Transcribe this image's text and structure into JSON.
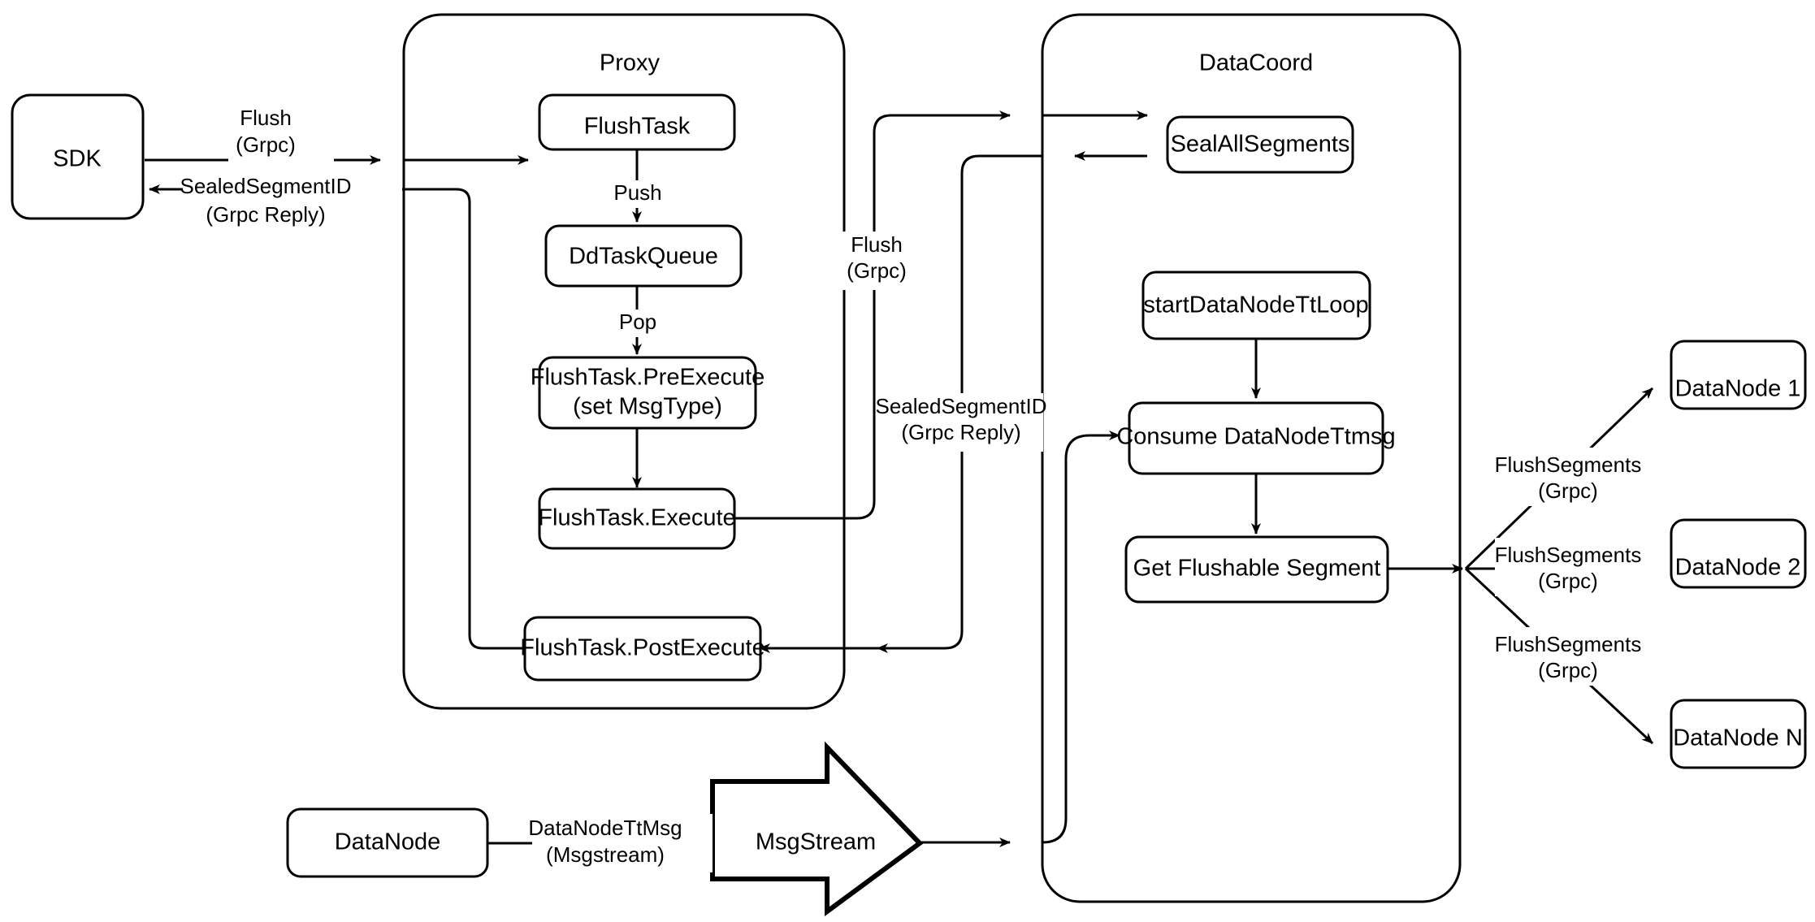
{
  "diagram": {
    "title": "Milvus Flush Flow",
    "background_color": "#ffffff",
    "stroke_color": "#000000"
  },
  "groups": [
    {
      "id": "proxy",
      "label": "Proxy"
    },
    {
      "id": "datacoord",
      "label": "DataCoord"
    }
  ],
  "nodes": {
    "sdk": {
      "label": "SDK"
    },
    "flush_task": {
      "label": "FlushTask"
    },
    "dd_task_queue": {
      "label": "DdTaskQueue"
    },
    "pre_execute_line1": {
      "label": "FlushTask.PreExecute"
    },
    "pre_execute_line2": {
      "label": "(set MsgType)"
    },
    "execute": {
      "label": "FlushTask.Execute"
    },
    "post_execute": {
      "label": "FlushTask.PostExecute"
    },
    "seal_all_segments": {
      "label": "SealAllSegments"
    },
    "start_dn_tt_loop": {
      "label": "startDataNodeTtLoop"
    },
    "consume_dn_ttmsg": {
      "label": "Consume DataNodeTtmsg"
    },
    "get_flushable_segment": {
      "label": "Get Flushable Segment"
    },
    "datanode_1": {
      "label": "DataNode 1"
    },
    "datanode_2": {
      "label": "DataNode 2"
    },
    "datanode_n": {
      "label": "DataNode N"
    },
    "datanode_source": {
      "label": "DataNode"
    },
    "msgstream": {
      "label": "MsgStream"
    }
  },
  "edge_labels": {
    "sdk_to_proxy_l1": "Flush",
    "sdk_to_proxy_l2": "(Grpc)",
    "proxy_to_sdk_l1": "SealedSegmentID",
    "proxy_to_sdk_l2": "(Grpc Reply)",
    "push": "Push",
    "pop": "Pop",
    "proxy_to_dc_l1": "Flush",
    "proxy_to_dc_l2": "(Grpc)",
    "dc_to_proxy_l1": "SealedSegmentID",
    "dc_to_proxy_l2": "(Grpc Reply)",
    "dn_ttmsg_l1": "DataNodeTtMsg",
    "dn_ttmsg_l2": "(Msgstream)",
    "flush_segments_1_l1": "FlushSegments",
    "flush_segments_1_l2": "(Grpc)",
    "flush_segments_2_l1": "FlushSegments",
    "flush_segments_2_l2": "(Grpc)",
    "flush_segments_n_l1": "FlushSegments",
    "flush_segments_n_l2": "(Grpc)"
  }
}
